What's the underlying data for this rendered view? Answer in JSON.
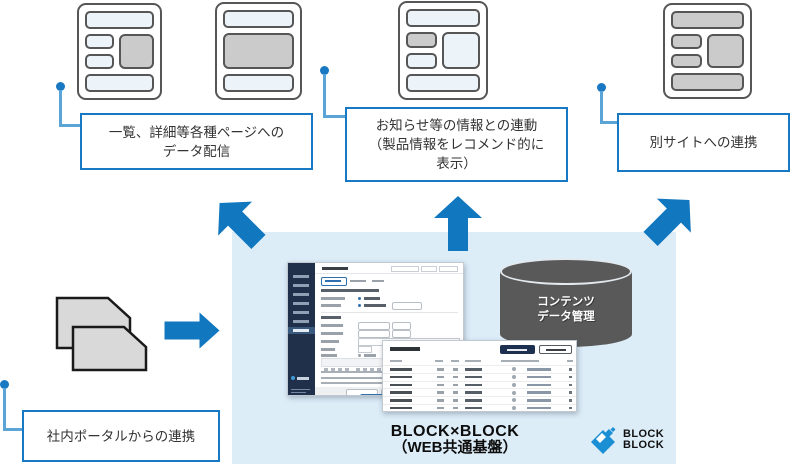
{
  "callouts": {
    "pages": {
      "line1": "一覧、詳細等各種ページへの",
      "line2": "データ配信"
    },
    "notice": {
      "line1": "お知らせ等の情報との連動",
      "line2": "（製品情報をレコメンド的に",
      "line3": "表示）"
    },
    "other_site": {
      "label": "別サイトへの連携"
    },
    "portal": {
      "label": "社内ポータルからの連携"
    }
  },
  "platform": {
    "name_line1": "BLOCK×BLOCK",
    "name_line2": "（WEB共通基盤）",
    "cylinder_line1": "コンテンツ",
    "cylinder_line2": "データ管理"
  },
  "logo": {
    "word1": "BLOCK",
    "word2": "BLOCK"
  },
  "colors": {
    "accent_blue": "#1177bf",
    "callout_border": "#1779c4",
    "connector_line": "#5aa4d8",
    "panel_bg": "#dcedf8",
    "cylinder_gray": "#595959",
    "wireframe_light": "#ecf3f9",
    "wireframe_gray": "#cbcbcb",
    "logo_blue": "#1b8fd4"
  },
  "skeleton": {
    "cms_table_rows": 7,
    "cms_sidebar_items": 7,
    "cms_editor_line_widths": [
      132,
      122,
      127,
      98,
      76
    ]
  }
}
